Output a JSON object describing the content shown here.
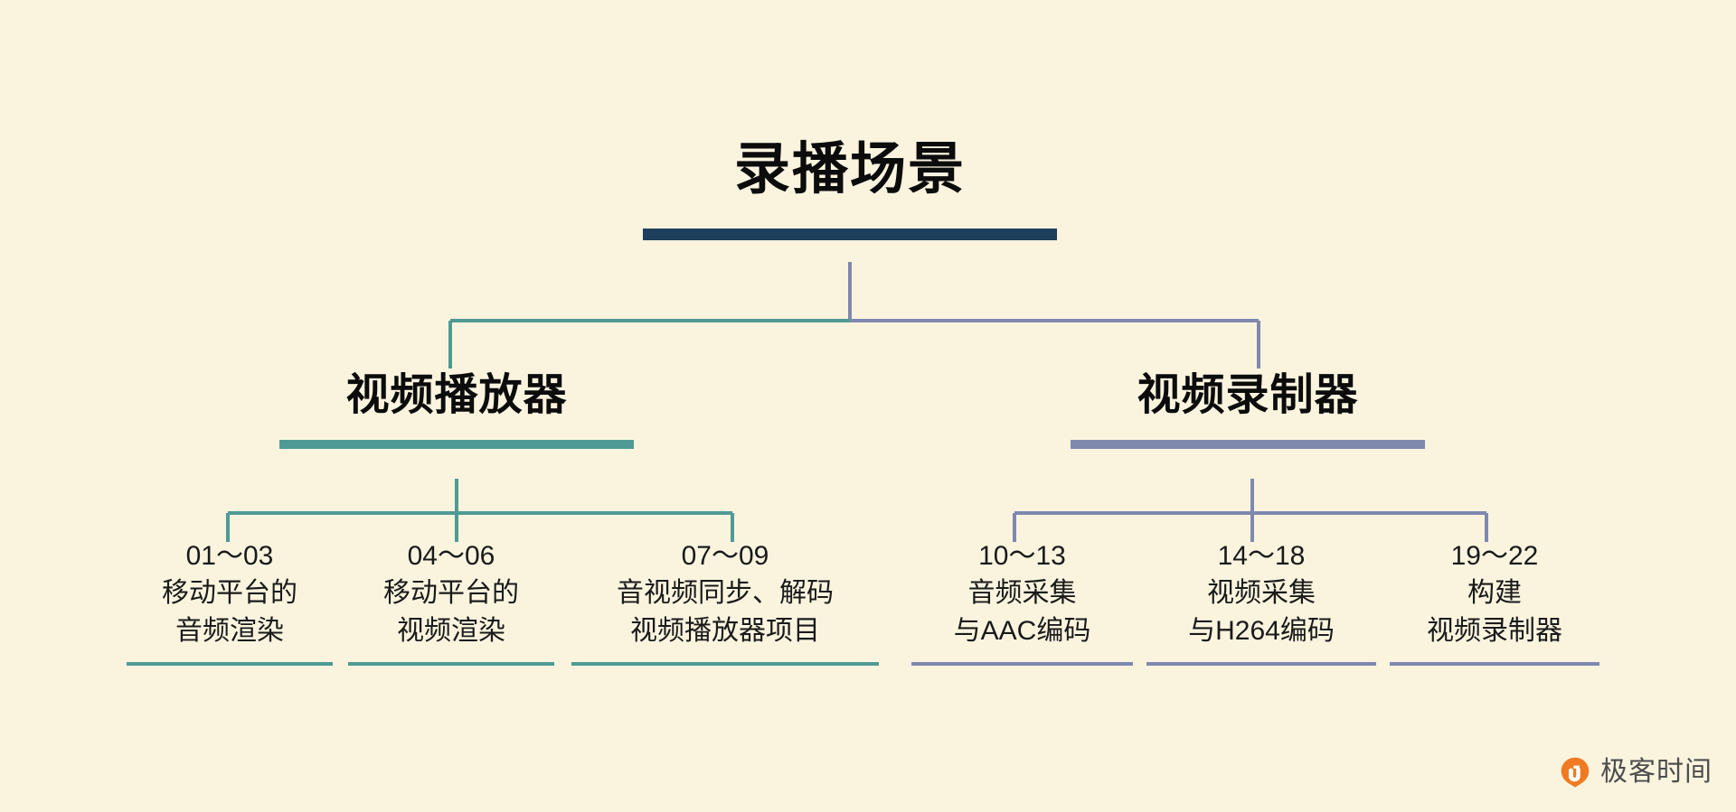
{
  "page": {
    "background_color": "#faf4df",
    "text_color": "#1a1a1a"
  },
  "colors": {
    "root_bar": "#1d3f5c",
    "branch_left": "#4f9a95",
    "branch_right": "#7f89ae",
    "brand_orange": "#f07a22",
    "brand_text": "#4d4d4d"
  },
  "tree": {
    "root": {
      "title": "录播场景",
      "bar_color": "#1d3f5c"
    },
    "branches": [
      {
        "title": "视频播放器",
        "bar_color": "#4f9a95",
        "leaves": [
          {
            "range": "01～03",
            "lines": [
              "移动平台的",
              "音频渲染"
            ],
            "underline_color": "#4f9a95"
          },
          {
            "range": "04～06",
            "lines": [
              "移动平台的",
              "视频渲染"
            ],
            "underline_color": "#4f9a95"
          },
          {
            "range": "07～09",
            "lines": [
              "音视频同步、解码",
              "视频播放器项目"
            ],
            "underline_color": "#4f9a95"
          }
        ]
      },
      {
        "title": "视频录制器",
        "bar_color": "#7f89ae",
        "leaves": [
          {
            "range": "10～13",
            "lines": [
              "音频采集",
              "与AAC编码"
            ],
            "underline_color": "#7f89ae"
          },
          {
            "range": "14～18",
            "lines": [
              "视频采集",
              "与H264编码"
            ],
            "underline_color": "#7f89ae"
          },
          {
            "range": "19～22",
            "lines": [
              "构建",
              "视频录制器"
            ],
            "underline_color": "#7f89ae"
          }
        ]
      }
    ]
  },
  "brand": {
    "name": "极客时间",
    "mark_icon": "geektime-logo-icon"
  }
}
